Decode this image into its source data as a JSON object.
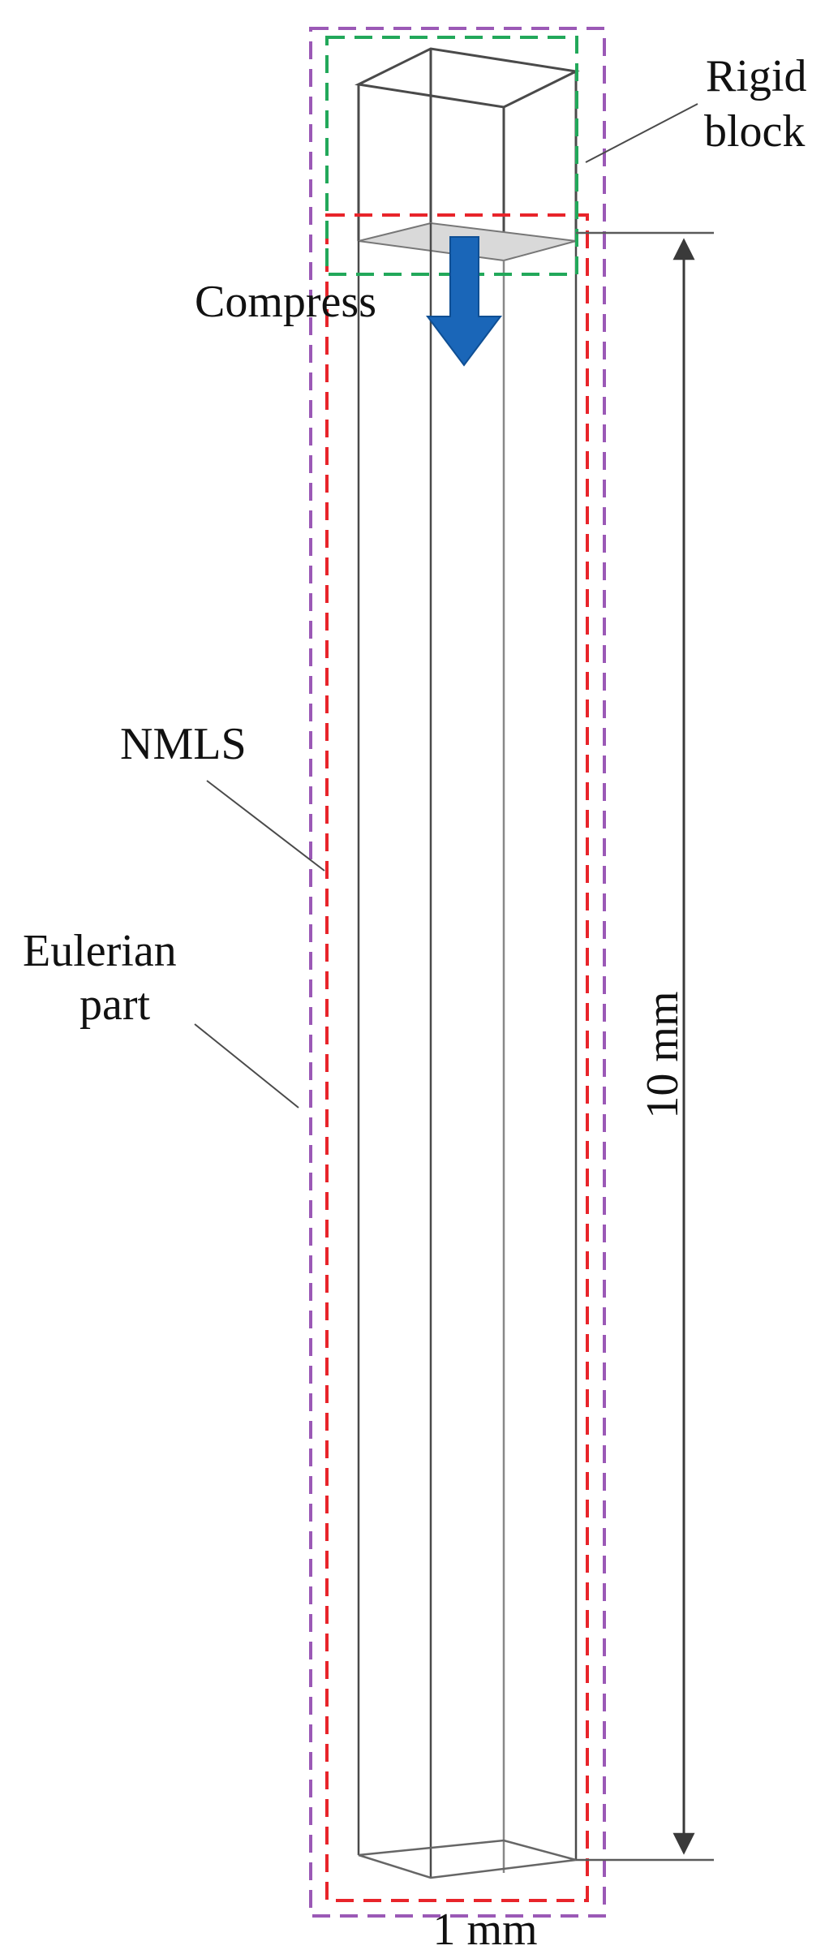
{
  "labels": {
    "rigid_line1": "Rigid",
    "rigid_line2": "block",
    "compress": "Compress",
    "nmls": "NMLS",
    "eulerian_line1": "Eulerian",
    "eulerian_line2": "part",
    "height_dim": "10 mm",
    "width_dim": "1 mm"
  },
  "colors": {
    "eulerian_boundary": "#9b59b6",
    "nmls_boundary": "#e8242a",
    "rigid_boundary": "#22a85a",
    "compress_arrow": "#1a66b8",
    "edges": "#4a4a4a"
  }
}
